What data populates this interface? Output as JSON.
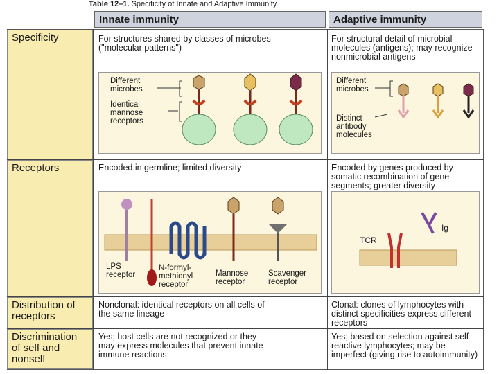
{
  "table_title": {
    "number": "Table 12–1.",
    "text": "Specificity of Innate and Adaptive Immunity"
  },
  "headers": {
    "innate": "Innate immunity",
    "adaptive": "Adaptive immunity"
  },
  "rows": [
    {
      "label": "Specificity",
      "innate": "For structures shared by classes of microbes (\"molecular patterns\")",
      "adaptive": "For structural detail of microbial molecules (antigens); may recognize nonmicrobial antigens"
    },
    {
      "label": "Receptors",
      "innate": "Encoded in germline; limited diversity",
      "adaptive": "Encoded by genes produced by somatic recombination of gene segments; greater diversity"
    },
    {
      "label": "Distribution of receptors",
      "innate": "Nonclonal: identical receptors on all cells of the same lineage",
      "adaptive": "Clonal: clones of lymphocytes with distinct specificities express different receptors"
    },
    {
      "label": "Discrimination of self and nonself",
      "innate": "Yes; host cells are not recognized or they may express molecules that prevent innate immune reactions",
      "adaptive": "Yes; based on selection against self-reactive lymphocytes; may be imperfect (giving rise to autoimmunity)"
    }
  ],
  "figure_labels": {
    "different_microbes": "Different microbes",
    "identical_mannose_receptors": "Identical mannose receptors",
    "distinct_antibody_molecules": "Distinct antibody molecules",
    "lps_receptor": "LPS receptor",
    "n_formyl": "N-formyl-methionyl receptor",
    "mannose_receptor": "Mannose receptor",
    "scavenger_receptor": "Scavenger receptor",
    "tcr": "TCR",
    "ig": "Ig"
  },
  "colors": {
    "header_bg": "#cfd3dd",
    "row_head_bg": "#f8ecb0",
    "panel_bg": "#fbf6dd",
    "membrane": "#e8cf9a",
    "cell_green": "#bfe8c0"
  }
}
